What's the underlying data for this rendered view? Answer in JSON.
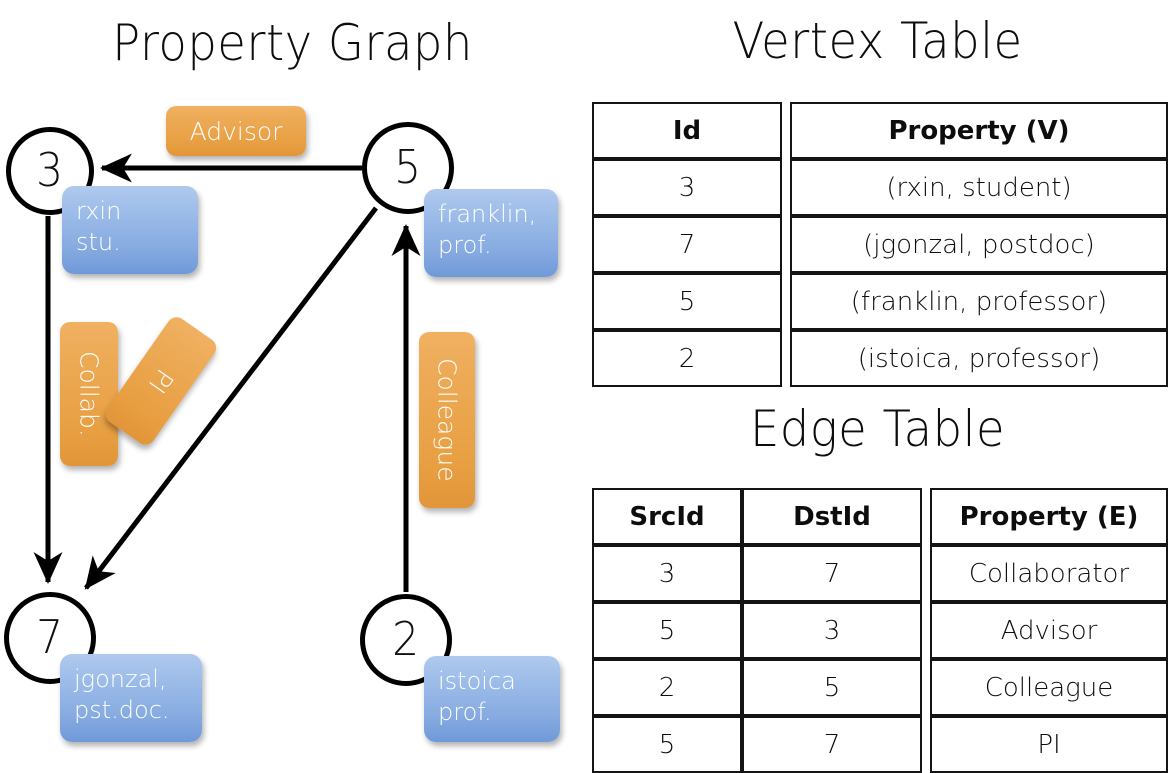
{
  "titles": {
    "property_graph": "Property Graph",
    "vertex_table": "Vertex Table",
    "edge_table": "Edge Table"
  },
  "graph": {
    "nodes": [
      {
        "id": "3",
        "property": "rxin\nstu."
      },
      {
        "id": "5",
        "property": "franklin,\nprof."
      },
      {
        "id": "7",
        "property": "jgonzal,\npst.doc."
      },
      {
        "id": "2",
        "property": "istoica\nprof."
      }
    ],
    "node_labels": {
      "n3": "3",
      "n5": "5",
      "n7": "7",
      "n2": "2"
    },
    "properties": {
      "rxin_line1": "rxin",
      "rxin_line2": "stu.",
      "franklin_line1": "franklin,",
      "franklin_line2": "prof.",
      "jgonzal_line1": "jgonzal,",
      "jgonzal_line2": "pst.doc.",
      "istoica_line1": "istoica",
      "istoica_line2": "prof."
    },
    "edge_labels": {
      "advisor": "Advisor",
      "collab": "Collab.",
      "pi": "PI",
      "colleague": "Colleague"
    },
    "edges": [
      {
        "from": "5",
        "to": "3",
        "label": "Advisor"
      },
      {
        "from": "3",
        "to": "7",
        "label": "Collab."
      },
      {
        "from": "5",
        "to": "7",
        "label": "PI"
      },
      {
        "from": "2",
        "to": "5",
        "label": "Colleague"
      }
    ]
  },
  "vertex_table": {
    "headers": [
      "Id",
      "Property (V)"
    ],
    "rows": [
      {
        "id": "3",
        "property": "(rxin, student)"
      },
      {
        "id": "7",
        "property": "(jgonzal, postdoc)"
      },
      {
        "id": "5",
        "property": "(franklin, professor)"
      },
      {
        "id": "2",
        "property": "(istoica, professor)"
      }
    ]
  },
  "edge_table": {
    "headers": [
      "SrcId",
      "DstId",
      "Property (E)"
    ],
    "rows": [
      {
        "src": "3",
        "dst": "7",
        "property": "Collaborator"
      },
      {
        "src": "5",
        "dst": "3",
        "property": "Advisor"
      },
      {
        "src": "2",
        "dst": "5",
        "property": "Colleague"
      },
      {
        "src": "5",
        "dst": "7",
        "property": "PI"
      }
    ]
  },
  "colors": {
    "vertex_cell": "#cfdcf0",
    "edge_cell": "#f6ddc3",
    "property_box": "#87abe1",
    "edge_box": "#eca954",
    "stroke": "#000000",
    "background": "#ffffff"
  }
}
